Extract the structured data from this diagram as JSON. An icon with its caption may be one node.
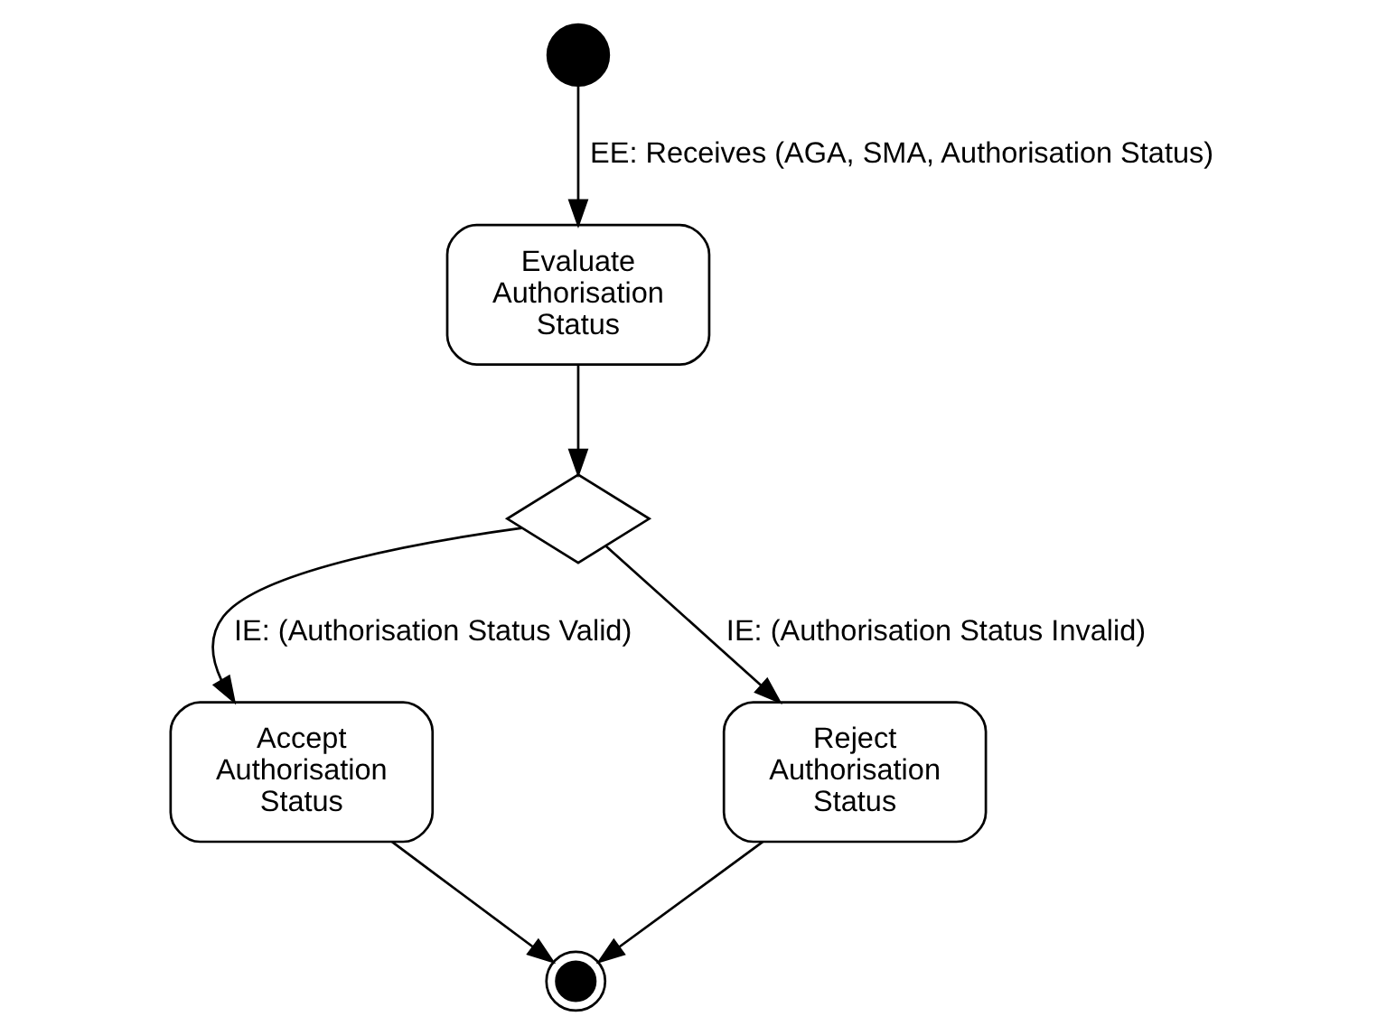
{
  "diagram": {
    "nodes": [
      {
        "text": [],
        "shape": "circle"
      },
      {
        "text": [
          "Evaluate Authorisation Status"
        ]
      },
      {
        "text": [],
        "shape": "diamond"
      },
      {
        "text": [
          "Accept Authorisation Status"
        ]
      },
      {
        "text": [
          "Reject Authorisation Status"
        ]
      },
      {
        "text": [],
        "shape": "bullseye"
      }
    ],
    "edges": [
      {
        "from": 0,
        "to": 1,
        "arrow": "to",
        "label": "EE: Receives (AGA, SMA, Authorisation Status)"
      },
      {
        "from": 1,
        "to": 2,
        "arrow": "to"
      },
      {
        "from": 2,
        "to": 3,
        "arrow": "to",
        "label": "IE: (Authorisation Status Valid)"
      },
      {
        "from": 2,
        "to": 4,
        "arrow": "to",
        "label": "IE: (Authorisation Status Invalid)"
      },
      {
        "from": 3,
        "to": 5,
        "arrow": "to"
      },
      {
        "from": 4,
        "to": 5,
        "arrow": "to"
      }
    ]
  }
}
